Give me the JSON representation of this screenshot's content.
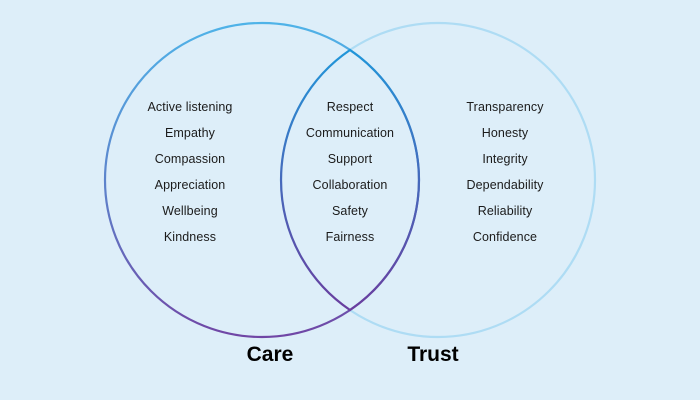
{
  "diagram": {
    "type": "venn",
    "background_color": "#ddeef9",
    "left_circle": {
      "label": "Care",
      "stroke_top_color": "#4fb3e8",
      "stroke_bottom_color": "#7046a5",
      "items": [
        "Active listening",
        "Empathy",
        "Compassion",
        "Appreciation",
        "Wellbeing",
        "Kindness"
      ]
    },
    "overlap": {
      "stroke_top_color": "#2196d9",
      "stroke_bottom_color": "#6a3d9e",
      "items": [
        "Respect",
        "Communication",
        "Support",
        "Collaboration",
        "Safety",
        "Fairness"
      ]
    },
    "right_circle": {
      "label": "Trust",
      "stroke_color": "#aedcf4",
      "items": [
        "Transparency",
        "Honesty",
        "Integrity",
        "Dependability",
        "Reliability",
        "Confidence"
      ]
    }
  }
}
